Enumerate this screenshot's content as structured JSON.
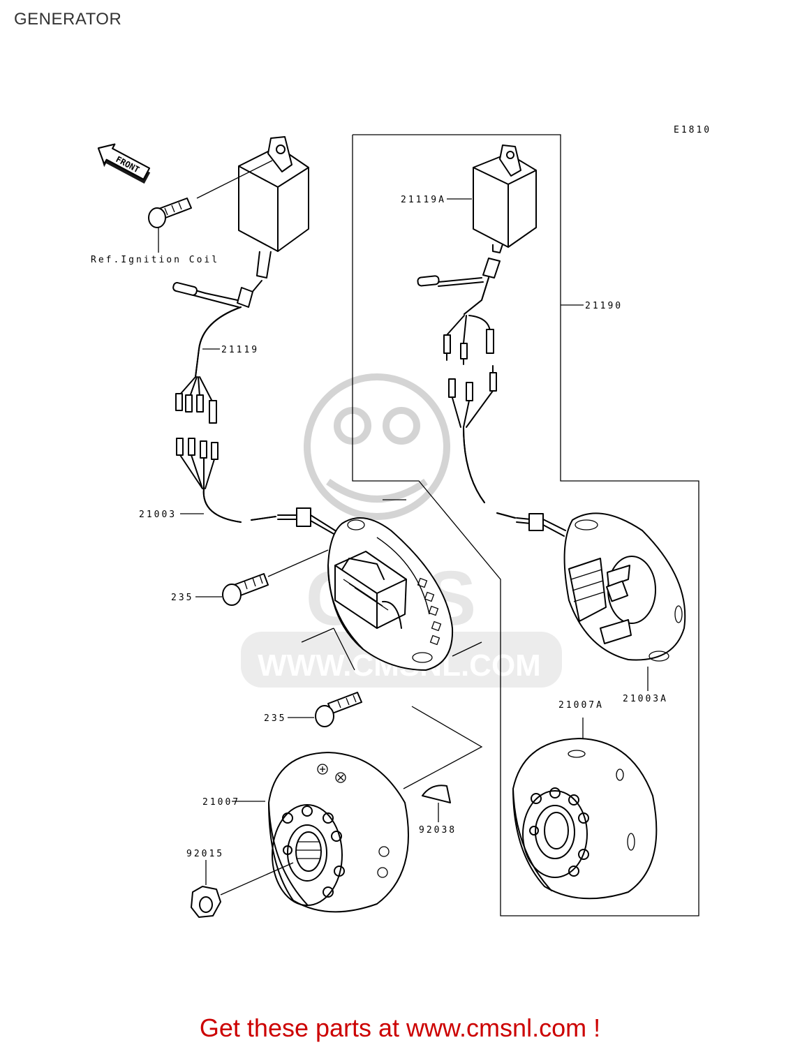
{
  "header": {
    "title": "GENERATOR"
  },
  "diagram": {
    "code": "E1810",
    "front_label": "FRONT",
    "ref_label": "Ref.Ignition Coil",
    "watermark_text": "WWW.CMSNL.COM",
    "watermark_brand": "CMS",
    "parts": [
      {
        "id": "cdi",
        "label": "21119A"
      },
      {
        "id": "assy",
        "label": "21190"
      },
      {
        "id": "harness",
        "label": "21119"
      },
      {
        "id": "stator_wire",
        "label": "21003"
      },
      {
        "id": "bolt_top",
        "label": "235"
      },
      {
        "id": "bolt_bottom",
        "label": "235"
      },
      {
        "id": "stator_alt",
        "label": "21003A"
      },
      {
        "id": "rotor_alt",
        "label": "21007A"
      },
      {
        "id": "rotor",
        "label": "21007"
      },
      {
        "id": "key",
        "label": "92038"
      },
      {
        "id": "nut",
        "label": "92015"
      }
    ]
  },
  "footer": {
    "text": "Get these parts at www.cmsnl.com !",
    "color": "#cc0000"
  }
}
